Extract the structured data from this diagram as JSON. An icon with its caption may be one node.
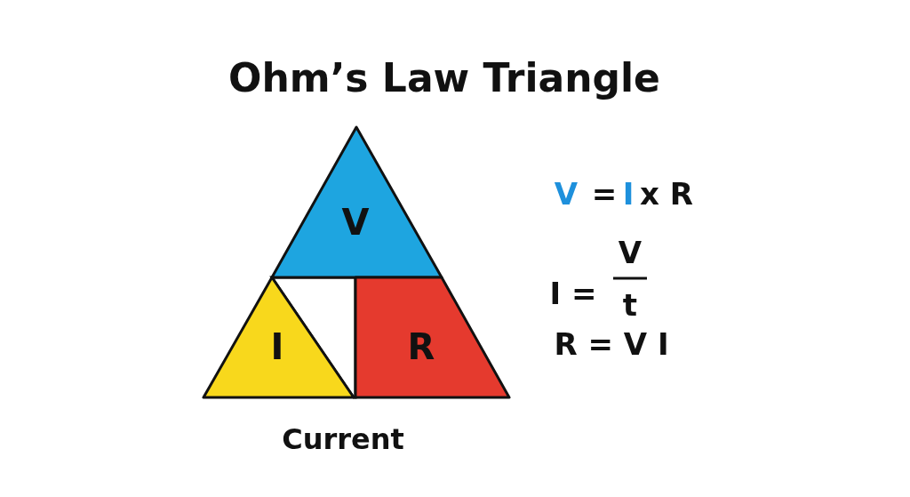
{
  "diagram": {
    "title": "Ohm’s Law Triangle",
    "nodes": [
      {
        "text": [
          "V"
        ]
      },
      {
        "text": [
          "I"
        ]
      },
      {
        "text": [
          "R"
        ]
      }
    ],
    "labels": [
      "V",
      "=",
      "I",
      "x R",
      "I =",
      "V",
      "t",
      "R = V I",
      "Current"
    ]
  }
}
